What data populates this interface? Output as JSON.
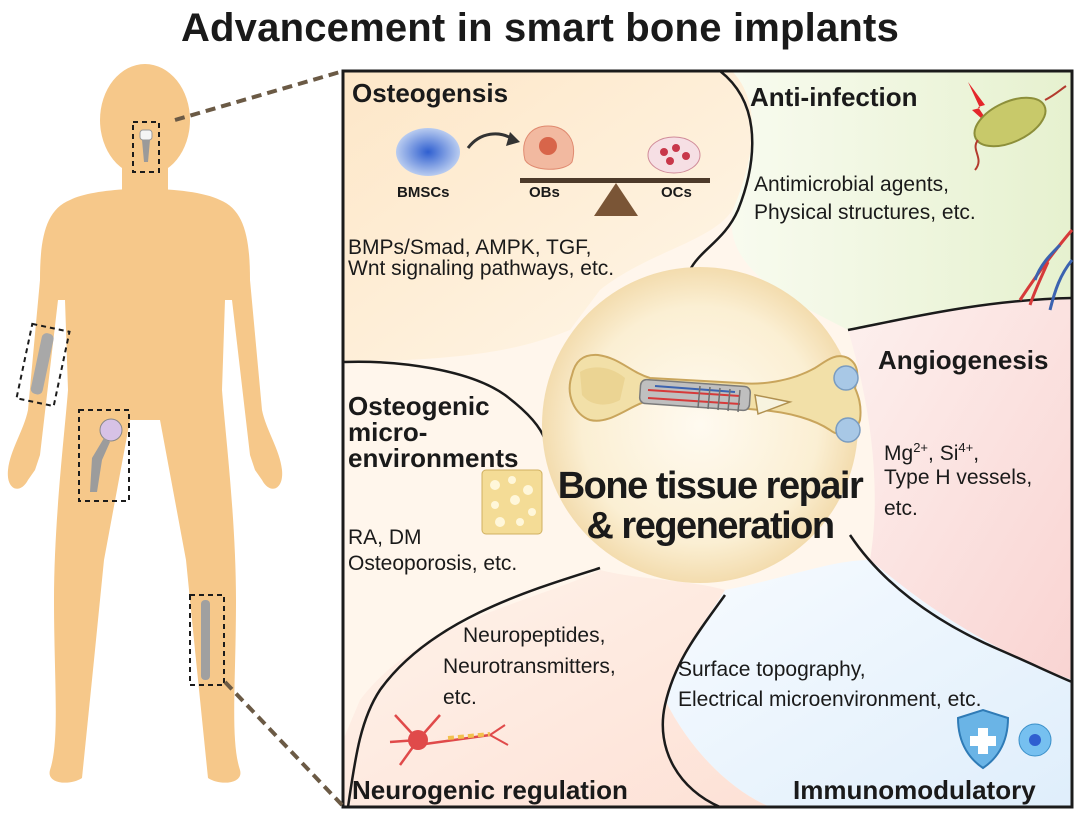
{
  "title": "Advancement in smart bone implants",
  "center": {
    "line1": "Bone tissue repair",
    "line2": "& regeneration"
  },
  "osteogenesis": {
    "title": "Osteogensis",
    "cells": {
      "bmscs": "BMSCs",
      "obs": "OBs",
      "ocs": "OCs"
    },
    "line1": "BMPs/Smad, AMPK, TGF,",
    "line2": "Wnt signaling pathways, etc."
  },
  "anti_infection": {
    "title": "Anti-infection",
    "line1": "Antimicrobial agents,",
    "line2": "Physical structures, etc."
  },
  "angiogenesis": {
    "title": "Angiogenesis",
    "mg": "Mg",
    "mg_sup": "2+",
    "si": "Si",
    "si_sup": "4+",
    "line2": "Type H vessels,",
    "line3": "etc."
  },
  "microenvironments": {
    "title1": "Osteogenic",
    "title2": "micro-",
    "title3": "environments",
    "line1": "RA, DM",
    "line2": "Osteoporosis, etc."
  },
  "neurogenic": {
    "title": "Neurogenic regulation",
    "line1": "Neuropeptides,",
    "line2": "Neurotransmitters,",
    "line3": "etc."
  },
  "immunomodulatory": {
    "title": "Immunomodulatory",
    "line1": "Surface topography,",
    "line2": "Electrical microenvironment, etc."
  },
  "colors": {
    "skin": "#f6c88a",
    "bone": "#f2e0a8",
    "center_glow": "#f8e7bf",
    "vessel_red": "#d63a3a",
    "vessel_blue": "#3b63b0",
    "bacteria": "#c8c96a"
  }
}
